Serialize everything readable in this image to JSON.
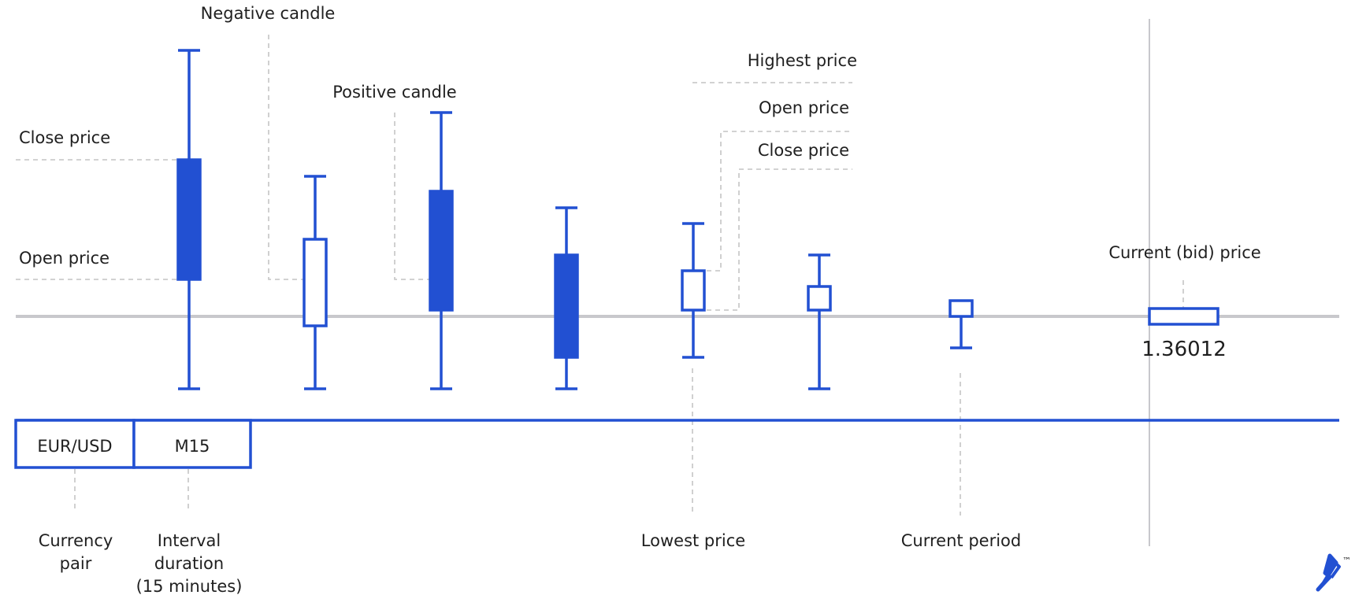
{
  "labels": {
    "negative_candle": "Negative candle",
    "positive_candle": "Positive candle",
    "close_price_left": "Close price",
    "open_price_left": "Open price",
    "highest_price": "Highest price",
    "open_price_right": "Open price",
    "close_price_right": "Close price",
    "current_bid_price": "Current (bid) price",
    "current_price_value": "1.36012",
    "currency_pair_value": "EUR/USD",
    "interval_value": "M15",
    "currency_pair_line1": "Currency",
    "currency_pair_line2": "pair",
    "interval_line1": "Interval",
    "interval_line2": "duration",
    "interval_line3": "(15 minutes)",
    "lowest_price": "Lowest price",
    "current_period": "Current period"
  },
  "colors": {
    "candle_blue": "#2250d2",
    "baseline_gray": "#c8c8cc",
    "leader_gray": "#c4c4c4",
    "text": "#1f1f1f"
  },
  "logo": "toptal-logo"
}
